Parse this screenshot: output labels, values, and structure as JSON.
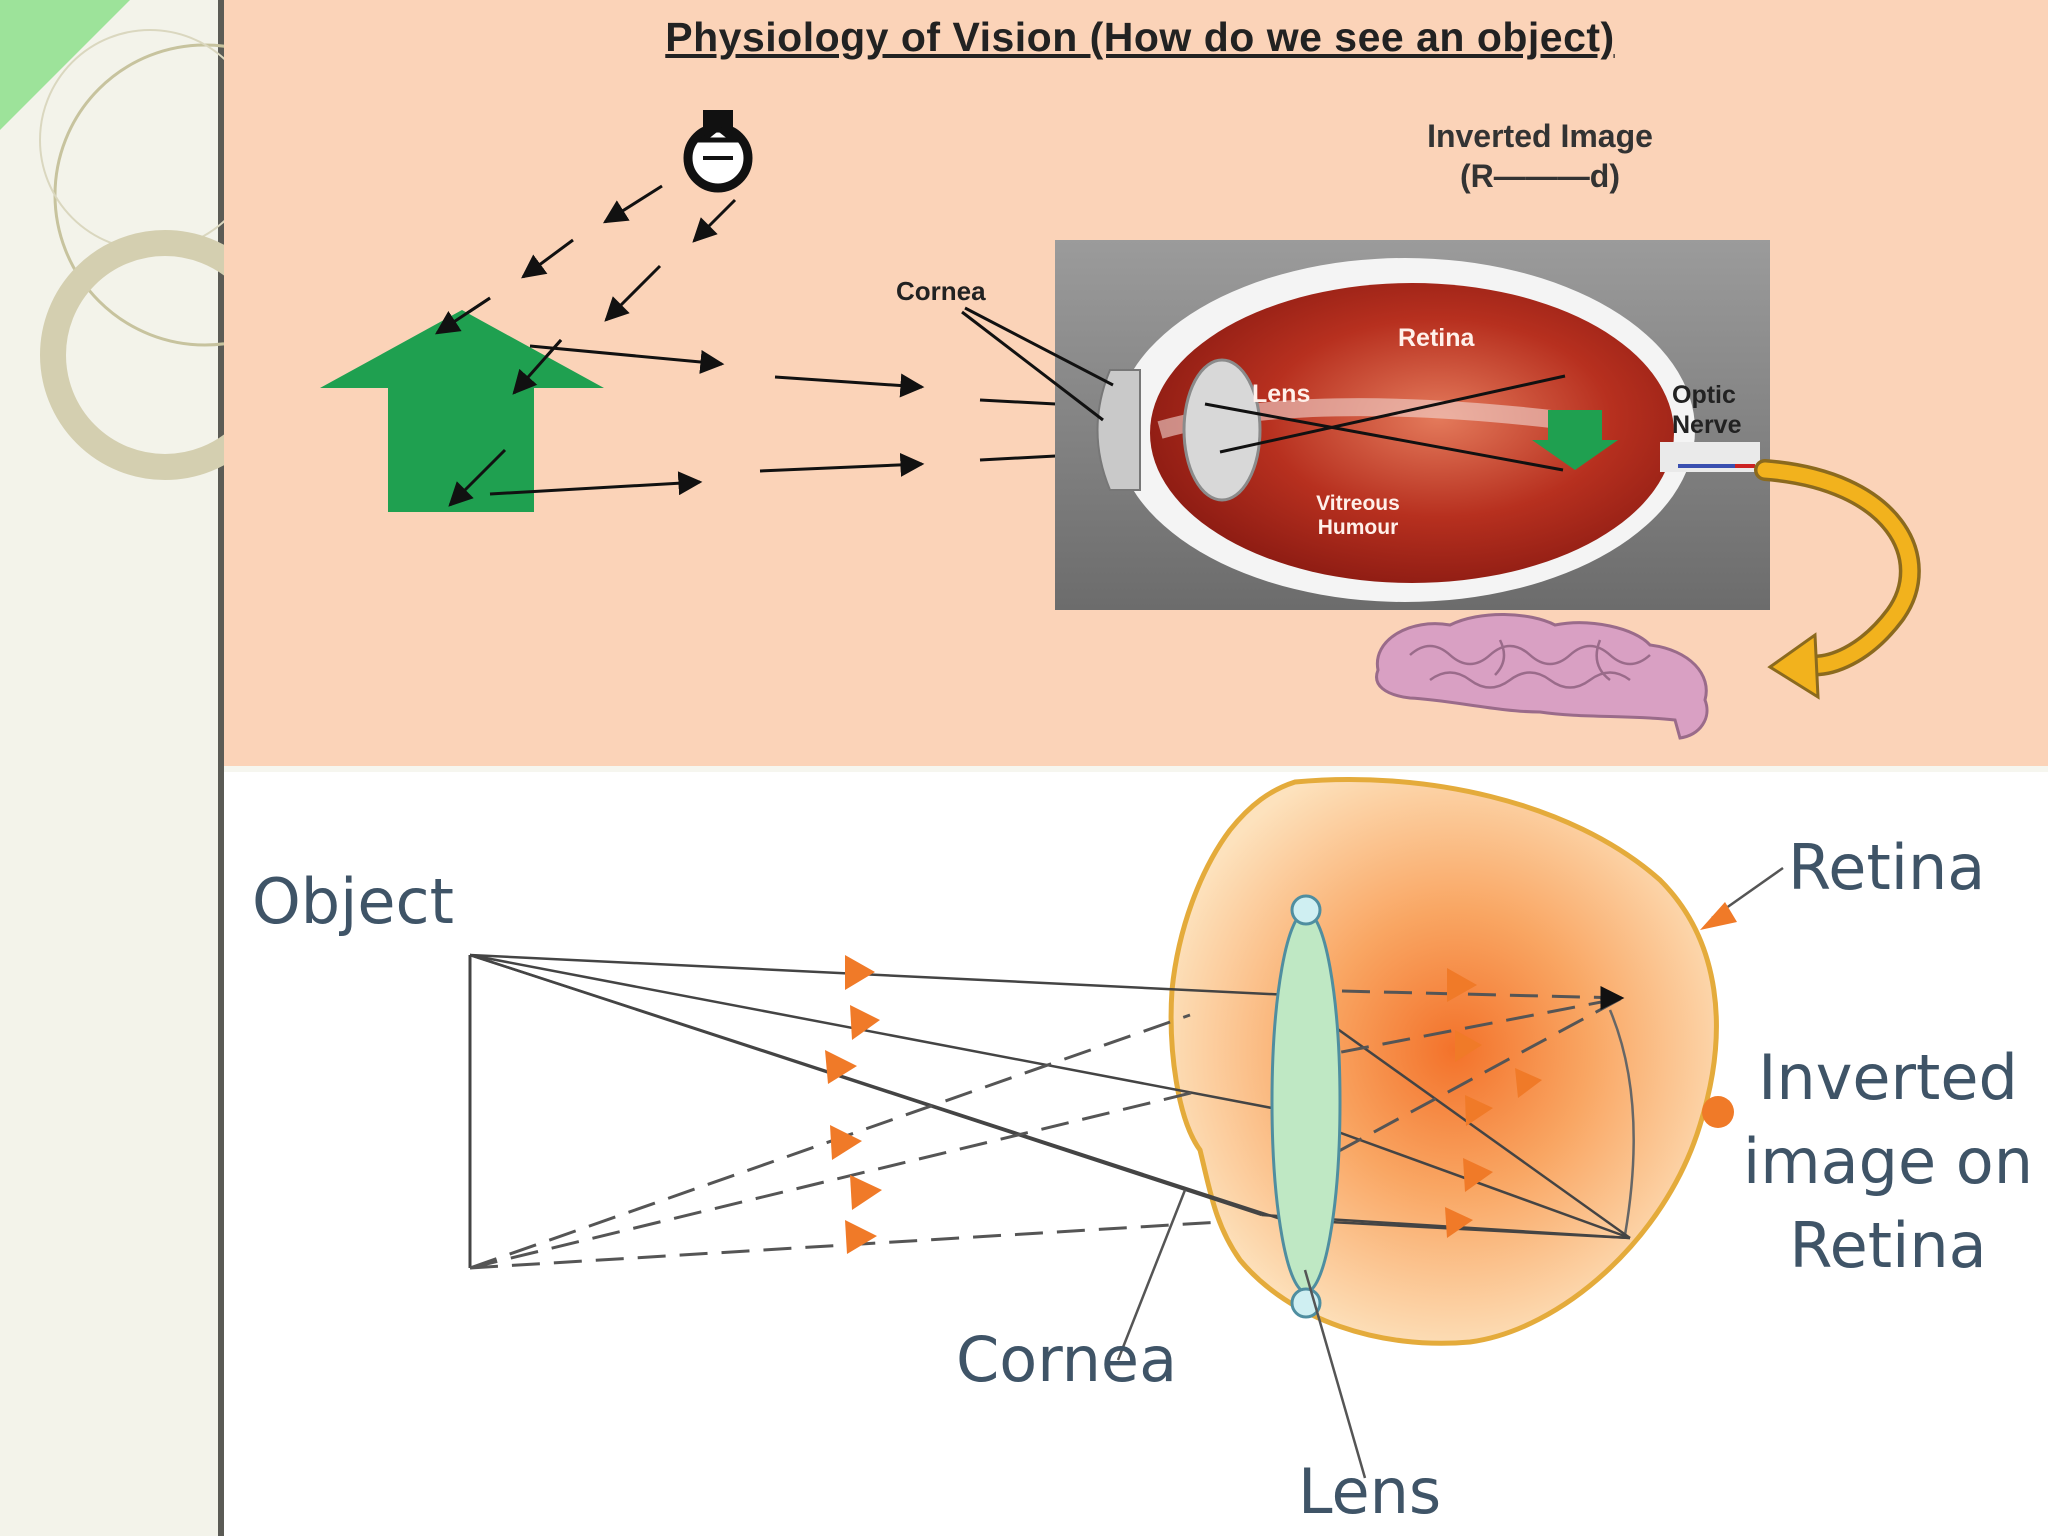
{
  "title": "Physiology of Vision (How do we see an object)",
  "top_diagram": {
    "header_line1": "Inverted Image",
    "header_line2": "(R———d)",
    "labels": {
      "cornea": "Cornea",
      "retina": "Retina",
      "lens": "Lens",
      "vitreous": "Vitreous",
      "humour": "Humour",
      "optic": "Optic",
      "nerve": "Nerve"
    },
    "icons": [
      "light-bulb-icon",
      "upward-arrow-icon",
      "brain-icon",
      "curved-arrow-icon"
    ],
    "colors": {
      "background": "#fbd3b8",
      "object_arrow": "#1fa050",
      "eye": "#b22a1c",
      "brain": "#d9a0c3",
      "curve_arrow": "#f2b21d"
    }
  },
  "bottom_diagram": {
    "labels": {
      "object": "Object",
      "retina": "Retina",
      "inverted_line1": "Inverted",
      "inverted_line2": "image on",
      "inverted_line3": "Retina",
      "cornea": "Cornea",
      "lens": "Lens"
    },
    "colors": {
      "label": "#3f5467",
      "eyeball": "#f9c58a",
      "lens": "#bfe8c4",
      "ray_arrow": "#f07a28"
    }
  }
}
